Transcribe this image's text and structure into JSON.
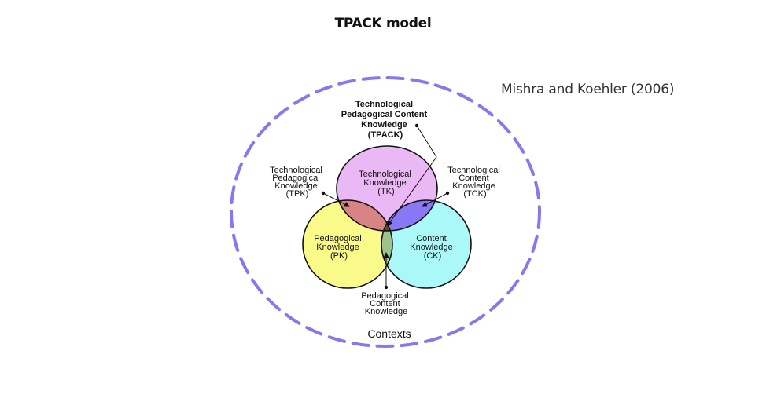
{
  "title": "TPACK model",
  "citation": "Mishra and Koehler (2006)",
  "colors": {
    "context_dash": "#8878f0",
    "tk_fill": "#eab8f4",
    "pk_fill": "#fafa8a",
    "ck_fill": "#aaf8f8",
    "tpk_fill": "#d88484",
    "tck_fill": "#8878f4",
    "pck_fill": "#9cc48a",
    "tpack_fill": "#52502a",
    "outline": "#111111"
  },
  "diagram": {
    "context_label": "Contexts",
    "tpack": {
      "lines": [
        "Technological",
        "Pedagogical Content",
        "Knowledge",
        "(TPACK)"
      ]
    },
    "tk": {
      "lines": [
        "Technological",
        "Knowledge",
        "(TK)"
      ]
    },
    "pk": {
      "lines": [
        "Pedagogical",
        "Knowledge",
        "(PK)"
      ]
    },
    "ck": {
      "lines": [
        "Content",
        "Knowledge",
        "(CK)"
      ]
    },
    "tpk": {
      "lines": [
        "Technological",
        "Pedagogical",
        "Knowledge",
        "(TPK)"
      ]
    },
    "tck": {
      "lines": [
        "Technological",
        "Content",
        "Knowledge",
        "(TCK)"
      ]
    },
    "pck": {
      "lines": [
        "Pedagogical",
        "Content",
        "Knowledge"
      ]
    }
  }
}
